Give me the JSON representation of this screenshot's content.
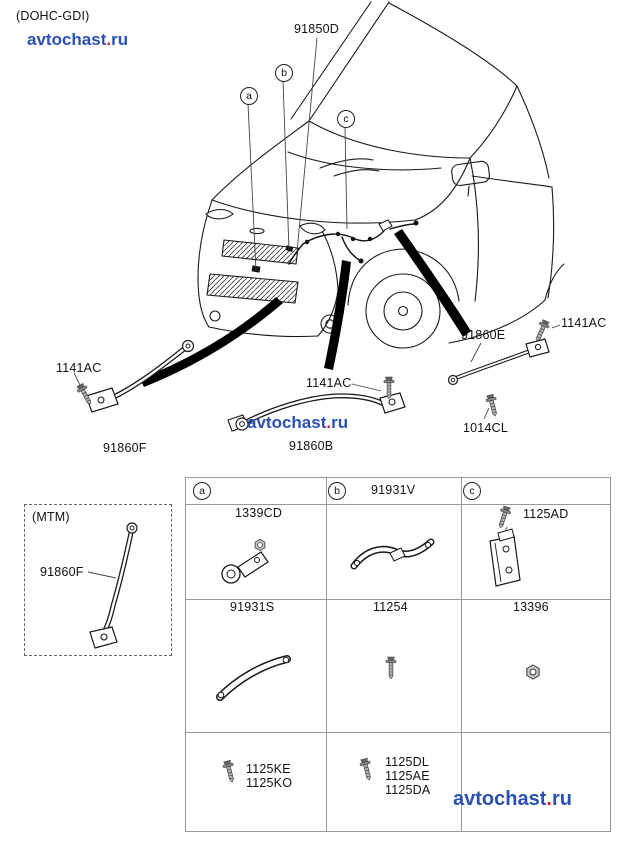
{
  "page": {
    "engine_tag": "(DOHC-GDI)"
  },
  "watermark": {
    "prefix": "avtochast",
    "dot": ".",
    "suffix": "ru"
  },
  "colors": {
    "watermark_blue": "#2a50b4",
    "watermark_red": "#cc2222",
    "line": "#1a1a1a",
    "table_border": "#999999"
  },
  "diagram": {
    "part_top": "91850D",
    "callouts": {
      "a": "a",
      "b": "b",
      "c": "c"
    },
    "left": {
      "bolt": "1141AC",
      "part": "91860F"
    },
    "center": {
      "bolt": "1141AC",
      "part": "91860B"
    },
    "right": {
      "part": "91860E",
      "bolt_top": "1141AC",
      "bolt_bottom": "1014CL"
    },
    "mtm": {
      "title": "(MTM)",
      "part": "91860F"
    }
  },
  "table": {
    "columns": [
      {
        "letter": "a",
        "header_part": "",
        "row1": "1339CD",
        "row2": "91931S",
        "row3": [
          "1125KE",
          "1125KO"
        ]
      },
      {
        "letter": "b",
        "header_part": "91931V",
        "row1": "",
        "row2": "11254",
        "row3": [
          "1125DL",
          "1125AE",
          "1125DA"
        ]
      },
      {
        "letter": "c",
        "header_part": "",
        "row1": "1125AD",
        "row2": "13396",
        "row3": []
      }
    ]
  }
}
